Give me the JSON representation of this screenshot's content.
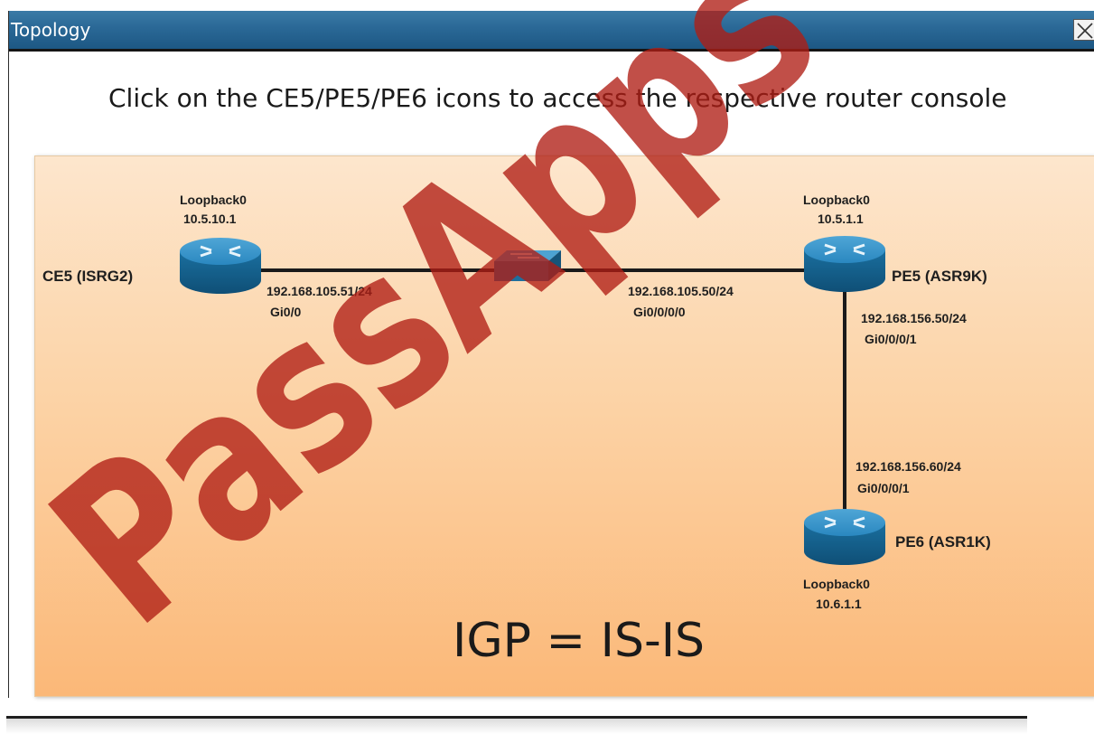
{
  "window": {
    "title": "Topology"
  },
  "instruction": "Click on the CE5/PE5/PE6 icons to access the respective router console",
  "devices": {
    "ce5": {
      "name": "CE5 (ISRG2)",
      "loopback_label": "Loopback0",
      "loopback_ip": "10.5.10.1",
      "interface_ip": "192.168.105.51/24",
      "interface_name": "Gi0/0"
    },
    "pe5": {
      "name": "PE5 (ASR9K)",
      "loopback_label": "Loopback0",
      "loopback_ip": "10.5.1.1",
      "interface_ip_west": "192.168.105.50/24",
      "interface_name_west": "Gi0/0/0/0",
      "interface_ip_south": "192.168.156.50/24",
      "interface_name_south": "Gi0/0/0/1"
    },
    "pe6": {
      "name": "PE6 (ASR1K)",
      "loopback_label": "Loopback0",
      "loopback_ip": "10.6.1.1",
      "interface_ip": "192.168.156.60/24",
      "interface_name": "Gi0/0/0/1"
    }
  },
  "igp": "IGP = IS-IS",
  "watermark": "PassApps",
  "colors": {
    "titlebar": "#2a6896",
    "panel_top": "#fde6cd",
    "panel_bottom": "#fbb878",
    "router": "#1f7fb4",
    "watermark": "#b01d14"
  }
}
